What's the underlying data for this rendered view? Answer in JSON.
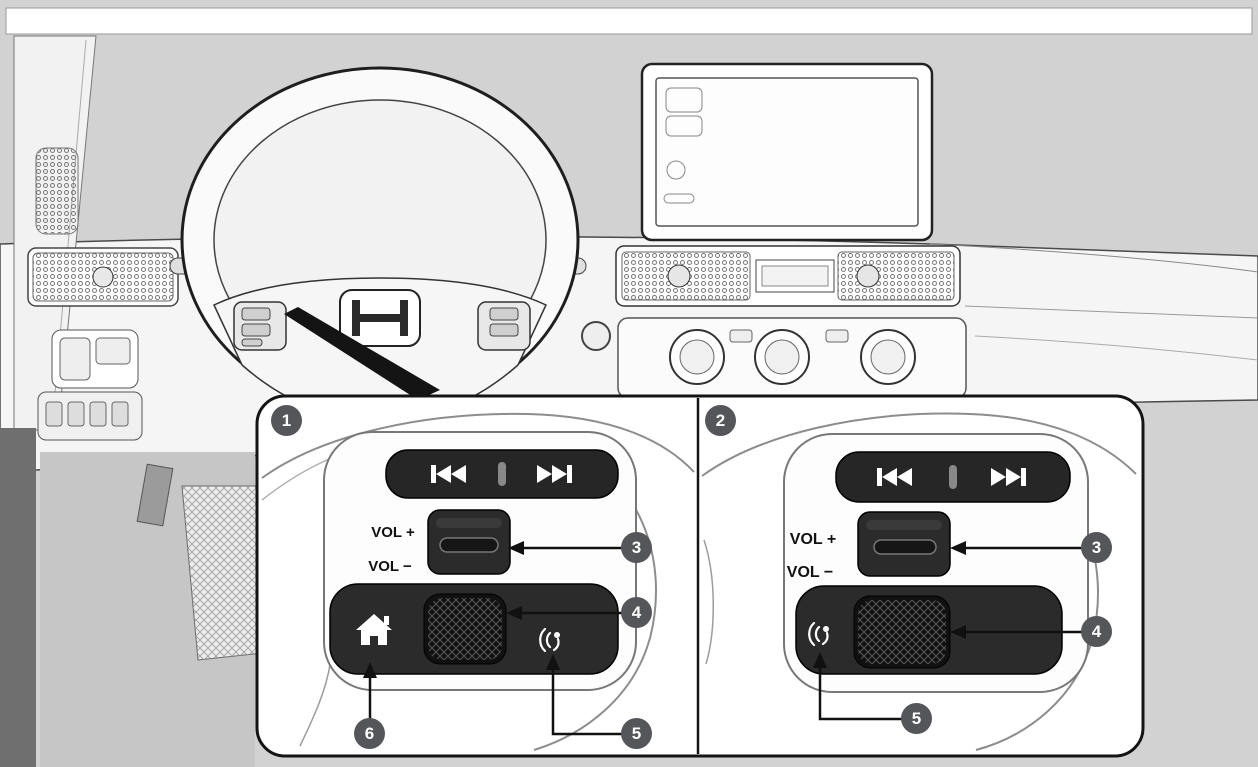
{
  "colors": {
    "background": "#d2d2d2",
    "panel_fill": "#ffffff",
    "panel_border": "#141414",
    "control_dark": "#262626",
    "callout_badge": "#54565a",
    "callout_text": "#ffffff"
  },
  "callout_panels": {
    "panel1": {
      "number": "1",
      "vol_plus_label": "VOL +",
      "vol_minus_label": "VOL −",
      "callouts": {
        "volume_switch": "3",
        "selector_wheel": "4",
        "talk_button": "5",
        "home_button": "6"
      }
    },
    "panel2": {
      "number": "2",
      "vol_plus_label": "VOL +",
      "vol_minus_label": "VOL −",
      "callouts": {
        "volume_switch": "3",
        "selector_wheel": "4",
        "talk_button": "5"
      }
    }
  },
  "icons": {
    "seek_back_icon": "⏮",
    "seek_forward_icon": "⏭",
    "home_icon": "⌂",
    "voice_command_icon": "((’",
    "honda_h_logo": "H"
  }
}
